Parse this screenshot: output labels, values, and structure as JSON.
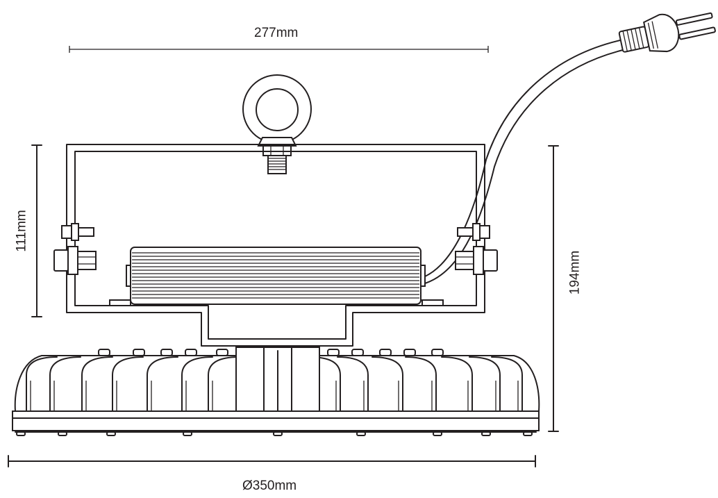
{
  "dimensions": {
    "bracket_width": "277mm",
    "bracket_height": "111mm",
    "total_height": "194mm",
    "diameter": "Ø350mm"
  },
  "colors": {
    "line": "#231f20",
    "background": "#ffffff"
  }
}
